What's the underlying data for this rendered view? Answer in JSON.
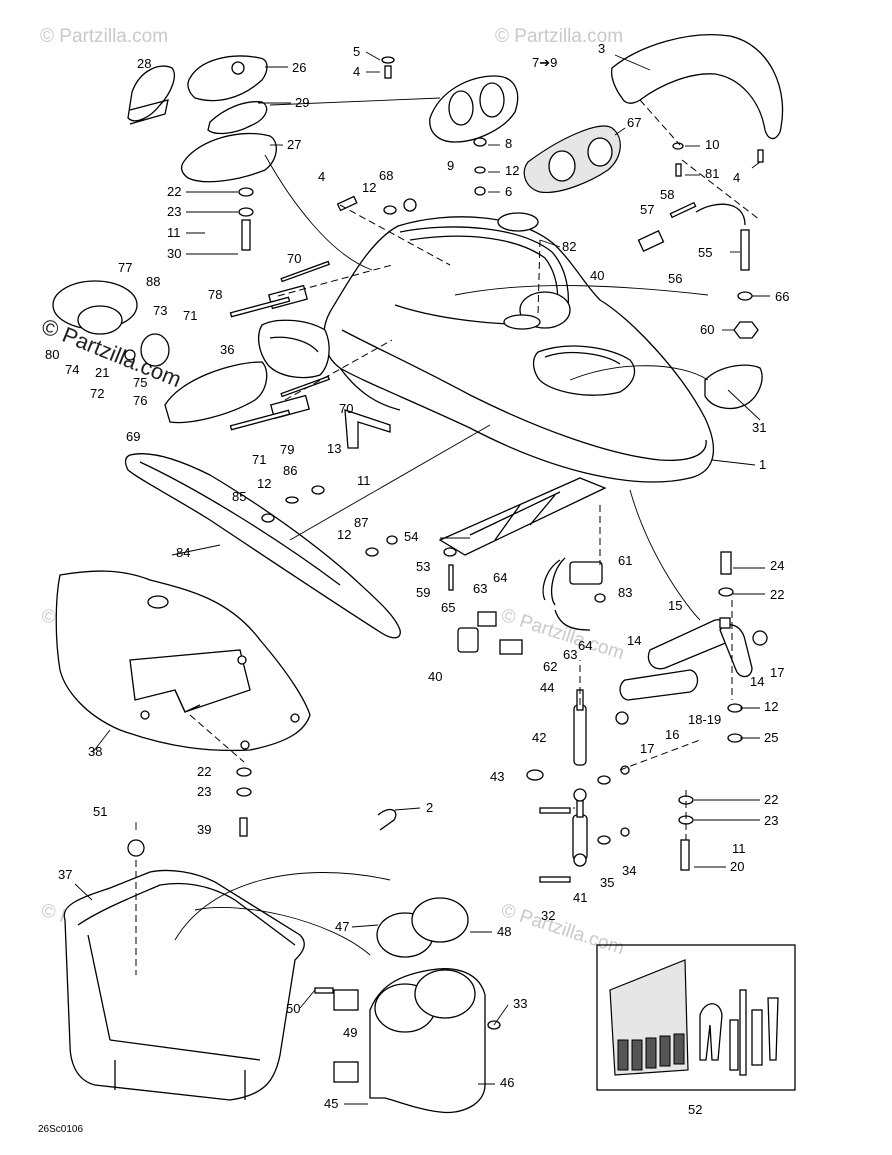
{
  "watermark": {
    "text": "© Partzilla.com",
    "main_text": "© Partzilla.com"
  },
  "diagram_code": "26Sc0106",
  "callouts": [
    {
      "id": "c28",
      "label": "28"
    },
    {
      "id": "c26",
      "label": "26"
    },
    {
      "id": "c29",
      "label": "29"
    },
    {
      "id": "c27",
      "label": "27"
    },
    {
      "id": "c22a",
      "label": "22"
    },
    {
      "id": "c23a",
      "label": "23"
    },
    {
      "id": "c11a",
      "label": "11"
    },
    {
      "id": "c30",
      "label": "30"
    },
    {
      "id": "c5",
      "label": "5"
    },
    {
      "id": "c4a",
      "label": "4"
    },
    {
      "id": "c7",
      "label": "7➔9"
    },
    {
      "id": "c3",
      "label": "3"
    },
    {
      "id": "c8",
      "label": "8"
    },
    {
      "id": "c9",
      "label": "9"
    },
    {
      "id": "c12a",
      "label": "12"
    },
    {
      "id": "c6",
      "label": "6"
    },
    {
      "id": "c67",
      "label": "67"
    },
    {
      "id": "c10",
      "label": "10"
    },
    {
      "id": "c81",
      "label": "81"
    },
    {
      "id": "c4b",
      "label": "4"
    },
    {
      "id": "c4c",
      "label": "4"
    },
    {
      "id": "c68",
      "label": "68"
    },
    {
      "id": "c12b",
      "label": "12"
    },
    {
      "id": "c82",
      "label": "82"
    },
    {
      "id": "c58",
      "label": "58"
    },
    {
      "id": "c57",
      "label": "57"
    },
    {
      "id": "c55",
      "label": "55"
    },
    {
      "id": "c40a",
      "label": "40"
    },
    {
      "id": "c56",
      "label": "56"
    },
    {
      "id": "c66",
      "label": "66"
    },
    {
      "id": "c60",
      "label": "60"
    },
    {
      "id": "c70a",
      "label": "70"
    },
    {
      "id": "c77",
      "label": "77"
    },
    {
      "id": "c88",
      "label": "88"
    },
    {
      "id": "c78",
      "label": "78"
    },
    {
      "id": "c73",
      "label": "73"
    },
    {
      "id": "c71a",
      "label": "71"
    },
    {
      "id": "c80",
      "label": "80"
    },
    {
      "id": "c74",
      "label": "74"
    },
    {
      "id": "c21",
      "label": "21"
    },
    {
      "id": "c36",
      "label": "36"
    },
    {
      "id": "c75",
      "label": "75"
    },
    {
      "id": "c72",
      "label": "72"
    },
    {
      "id": "c76",
      "label": "76"
    },
    {
      "id": "c70b",
      "label": "70"
    },
    {
      "id": "c69",
      "label": "69"
    },
    {
      "id": "c79",
      "label": "79"
    },
    {
      "id": "c13",
      "label": "13"
    },
    {
      "id": "c71b",
      "label": "71"
    },
    {
      "id": "c86",
      "label": "86"
    },
    {
      "id": "c11b",
      "label": "11"
    },
    {
      "id": "c12c",
      "label": "12"
    },
    {
      "id": "c85",
      "label": "85"
    },
    {
      "id": "c31",
      "label": "31"
    },
    {
      "id": "c1",
      "label": "1"
    },
    {
      "id": "c87",
      "label": "87"
    },
    {
      "id": "c12d",
      "label": "12"
    },
    {
      "id": "c54",
      "label": "54"
    },
    {
      "id": "c84",
      "label": "84"
    },
    {
      "id": "c53",
      "label": "53"
    },
    {
      "id": "c59",
      "label": "59"
    },
    {
      "id": "c61",
      "label": "61"
    },
    {
      "id": "c64a",
      "label": "64"
    },
    {
      "id": "c63a",
      "label": "63"
    },
    {
      "id": "c83",
      "label": "83"
    },
    {
      "id": "c24",
      "label": "24"
    },
    {
      "id": "c22b",
      "label": "22"
    },
    {
      "id": "c65",
      "label": "65"
    },
    {
      "id": "c15",
      "label": "15"
    },
    {
      "id": "c64b",
      "label": "64"
    },
    {
      "id": "c63b",
      "label": "63"
    },
    {
      "id": "c14a",
      "label": "14"
    },
    {
      "id": "c17a",
      "label": "17"
    },
    {
      "id": "c62",
      "label": "62"
    },
    {
      "id": "c14b",
      "label": "14"
    },
    {
      "id": "c40b",
      "label": "40"
    },
    {
      "id": "c38",
      "label": "38"
    },
    {
      "id": "c44",
      "label": "44"
    },
    {
      "id": "c1819",
      "label": "18-19"
    },
    {
      "id": "c12e",
      "label": "12"
    },
    {
      "id": "c42",
      "label": "42"
    },
    {
      "id": "c16",
      "label": "16"
    },
    {
      "id": "c17b",
      "label": "17"
    },
    {
      "id": "c25",
      "label": "25"
    },
    {
      "id": "c22c",
      "label": "22"
    },
    {
      "id": "c23b",
      "label": "23"
    },
    {
      "id": "c43",
      "label": "43"
    },
    {
      "id": "c39",
      "label": "39"
    },
    {
      "id": "c2",
      "label": "2"
    },
    {
      "id": "c22d",
      "label": "22"
    },
    {
      "id": "c23c",
      "label": "23"
    },
    {
      "id": "c11c",
      "label": "11"
    },
    {
      "id": "c20",
      "label": "20"
    },
    {
      "id": "c35",
      "label": "35"
    },
    {
      "id": "c34",
      "label": "34"
    },
    {
      "id": "c41",
      "label": "41"
    },
    {
      "id": "c32",
      "label": "32"
    },
    {
      "id": "c51",
      "label": "51"
    },
    {
      "id": "c37",
      "label": "37"
    },
    {
      "id": "c47",
      "label": "47"
    },
    {
      "id": "c48",
      "label": "48"
    },
    {
      "id": "c50",
      "label": "50"
    },
    {
      "id": "c49",
      "label": "49"
    },
    {
      "id": "c33",
      "label": "33"
    },
    {
      "id": "c46",
      "label": "46"
    },
    {
      "id": "c45",
      "label": "45"
    },
    {
      "id": "c52",
      "label": "52"
    }
  ]
}
